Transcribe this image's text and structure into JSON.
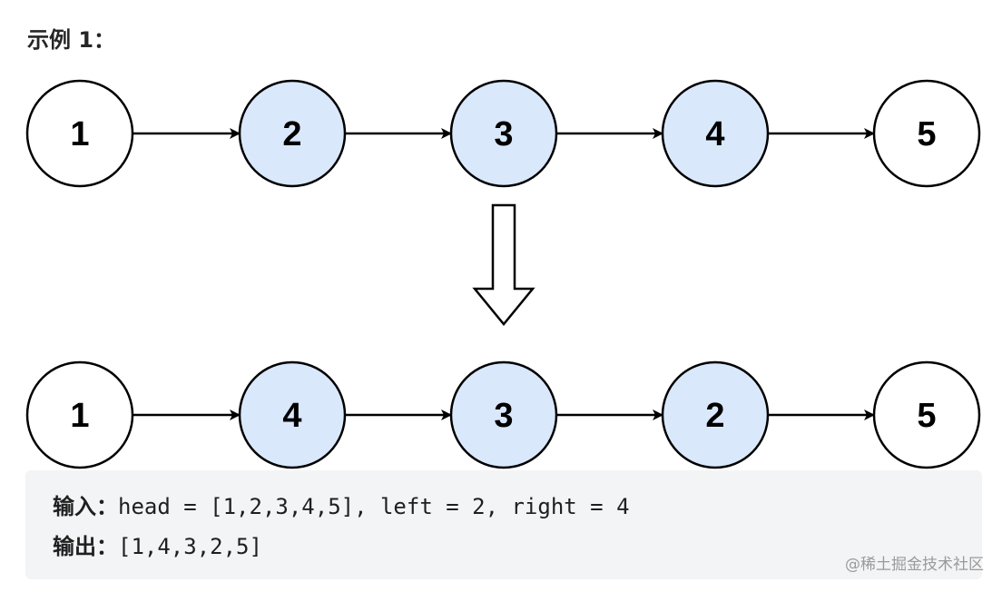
{
  "title": "示例 1：",
  "before_list": [
    "1",
    "2",
    "3",
    "4",
    "5"
  ],
  "after_list": [
    "1",
    "4",
    "3",
    "2",
    "5"
  ],
  "highlighted_positions": [
    1,
    2,
    3
  ],
  "colors": {
    "node_fill": "#ffffff",
    "highlight_fill": "#dae8fc",
    "stroke": "#000000",
    "code_background": "#f3f4f5"
  },
  "io": {
    "input_label": "输入：",
    "input_value": "head = [1,2,3,4,5], left = 2, right = 4",
    "output_label": "输出：",
    "output_value": "[1,4,3,2,5]"
  },
  "watermark": "@稀土掘金技术社区"
}
